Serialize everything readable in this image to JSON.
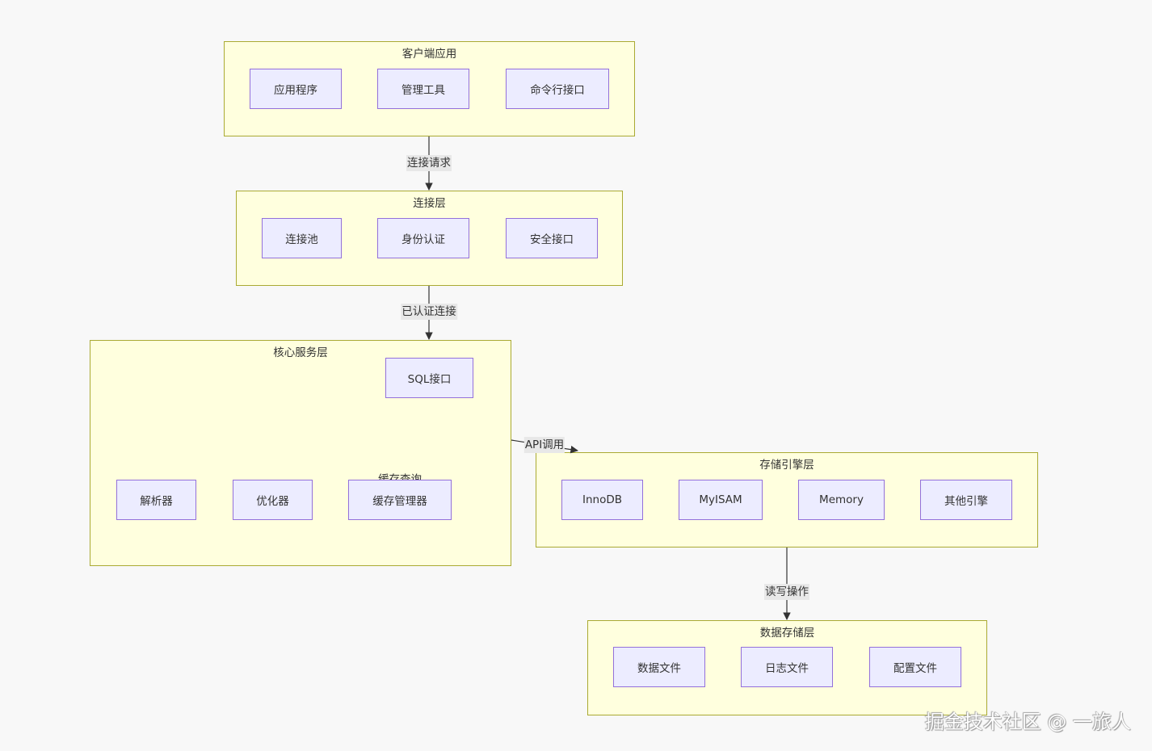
{
  "clusters": {
    "client": {
      "title": "客户端应用",
      "nodes": [
        "应用程序",
        "管理工具",
        "命令行接口"
      ]
    },
    "connection": {
      "title": "连接层",
      "nodes": [
        "连接池",
        "身份认证",
        "安全接口"
      ]
    },
    "core": {
      "title": "核心服务层",
      "nodes": [
        "SQL接口",
        "解析器",
        "优化器",
        "缓存管理器"
      ],
      "hidden_edge_label": "缓存查询"
    },
    "storage_engine": {
      "title": "存储引擎层",
      "nodes": [
        "InnoDB",
        "MyISAM",
        "Memory",
        "其他引擎"
      ]
    },
    "data_storage": {
      "title": "数据存储层",
      "nodes": [
        "数据文件",
        "日志文件",
        "配置文件"
      ]
    }
  },
  "edges": [
    {
      "from": "客户端应用",
      "to": "连接层",
      "label": "连接请求"
    },
    {
      "from": "连接层",
      "to": "核心服务层",
      "label": "已认证连接"
    },
    {
      "from": "核心服务层",
      "to": "存储引擎层",
      "label": "API调用"
    },
    {
      "from": "存储引擎层",
      "to": "数据存储层",
      "label": "读写操作"
    }
  ],
  "watermark": "掘金技术社区 @ 一旅人",
  "colors": {
    "cluster_fill": "#ffffde",
    "cluster_border": "#aaaa33",
    "node_fill": "#ececff",
    "node_border": "#9370db",
    "edge": "#333333",
    "edge_label_bg": "#e8e8e8"
  }
}
